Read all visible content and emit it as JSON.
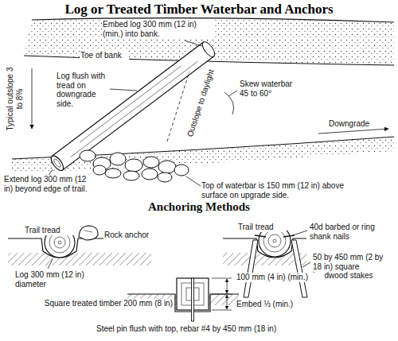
{
  "diagram": {
    "title": "Log or Treated Timber Waterbar and Anchors",
    "labels": [
      "Embed log 300 mm (12 in) (min.) into bank.",
      "Toe of bank",
      "Typical outslope 3 to 8%",
      "Log flush with tread on downgrade side.",
      "Outslope to daylight",
      "Skew waterbar 45 to 60°",
      "Downgrade",
      "Extend log 300 mm (12 in) beyond edge of trail.",
      "Top of waterbar is 150 mm (12 in) above surface on upgrade side.",
      "Anchoring Methods",
      "Trail tread",
      "Rock anchor",
      "Log 300 mm (12 in) diameter",
      "Trail tread",
      "40d barbed or ring shank nails",
      "50 by 450 mm (2 by 18 in) square hardwood stakes",
      "100 mm (4 in) (min.)",
      "Square treated timber 200 mm (8 in)",
      "Embed ⅓ (min.)",
      "Steel pin flush with top, rebar #4 by 450 mm (18 in)"
    ]
  }
}
